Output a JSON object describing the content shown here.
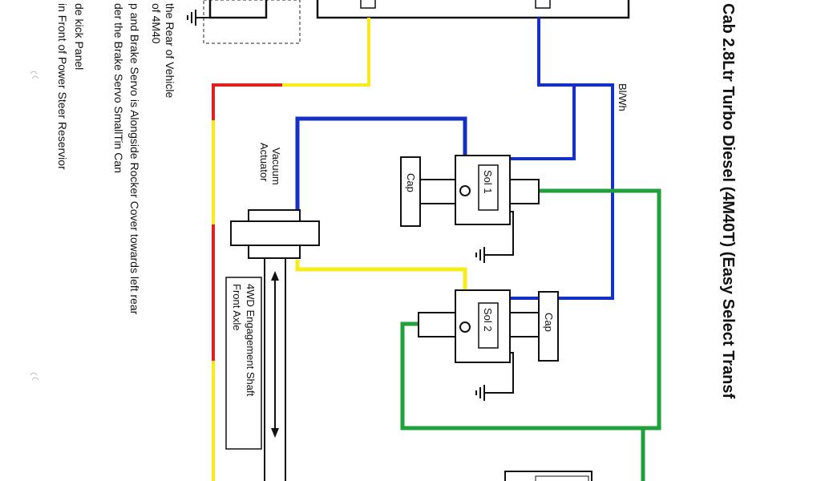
{
  "title": "Cab 2.8Ltr Turbo Diesel (4M40T)   (Easy Select Transf",
  "notes": [
    "the Rear of Vehicle",
    "of 4M40",
    "p and Brake Servo is Alongside Rocker Cover towards left rear",
    "der the Brake Servo SmallTin Can",
    "de kick Panel",
    "in Front of Power Steer Reservior"
  ],
  "labels": {
    "wire_blwh": "Bl/Wh",
    "vacuum_actuator_1": "Vacuum",
    "vacuum_actuator_2": "Actuator",
    "shaft_1": "4WD Engagement Shaft",
    "shaft_2": "Front Axle",
    "sol1": "Sol 1",
    "sol2": "Sol 2",
    "cap1": "Cap",
    "cap2": "Cap"
  },
  "colors": {
    "blue": "#1530c8",
    "yellow": "#f7ec1a",
    "red": "#e01f1f",
    "green": "#1fa03a",
    "ink": "#111111"
  }
}
